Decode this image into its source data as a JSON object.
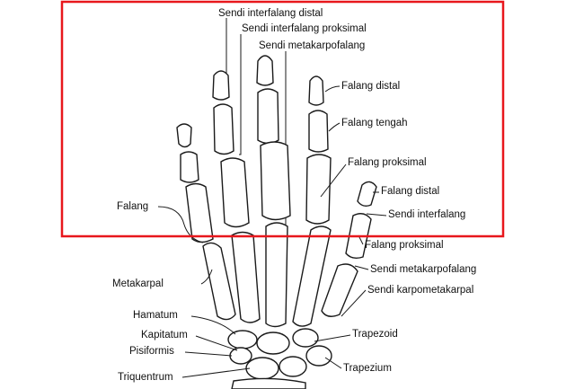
{
  "labels": {
    "sendi_interfalang_distal_top": "Sendi interfalang distal",
    "sendi_interfalang_proksimal_top": "Sendi interfalang proksimal",
    "sendi_metakarpofalang_top": "Sendi metakarpofalang",
    "falang_distal": "Falang distal",
    "falang_tengah": "Falang tengah",
    "falang_proksimal": "Falang proksimal",
    "falang": "Falang",
    "thumb_falang_distal": "Falang distal",
    "thumb_sendi_interfalang": "Sendi interfalang",
    "thumb_falang_proksimal": "Falang proksimal",
    "thumb_sendi_metakarpofalang": "Sendi metakarpofalang",
    "sendi_karpometakarpal": "Sendi karpometakarpal",
    "metakarpal": "Metakarpal",
    "hamatum": "Hamatum",
    "kapitatum": "Kapitatum",
    "pisiformis": "Pisiformis",
    "triquentrum": "Triquentrum",
    "trapezoid": "Trapezoid",
    "trapezium": "Trapezium"
  },
  "colors": {
    "highlight": "#e8171c",
    "ink": "#1a1a1a"
  }
}
